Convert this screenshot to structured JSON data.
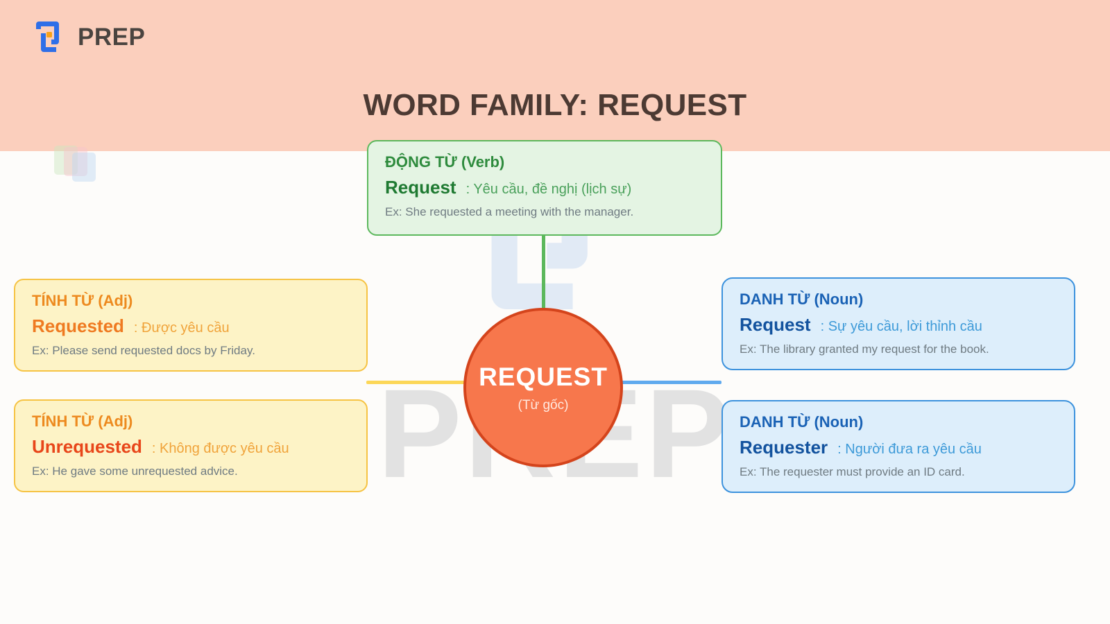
{
  "header": {
    "brand_name": "PREP",
    "logo_icon": "prep-logo-icon",
    "title": "WORD FAMILY: REQUEST",
    "band_color": "#fbcfbd",
    "title_color": "#4c3a33"
  },
  "watermark": {
    "text": "PREP",
    "mark_icon": "prep-logo-watermark-icon",
    "color": "#e2e2e2"
  },
  "center": {
    "word": "REQUEST",
    "subtitle": "(Từ gốc)",
    "fill_color": "#f7774c",
    "border_color": "#d4441c"
  },
  "connectors": [
    {
      "name": "verb-connector",
      "color": "#5cb85c",
      "orientation": "vertical"
    },
    {
      "name": "adjective-connector",
      "color": "#fcd757",
      "orientation": "horizontal"
    },
    {
      "name": "noun-connector",
      "color": "#60aaee",
      "orientation": "horizontal"
    }
  ],
  "cards": {
    "verb": {
      "kind": "ĐỘNG TỪ (Verb)",
      "word": "Request",
      "meaning": ": Yêu cầu, đề nghị (lịch sự)",
      "example": "Ex: She requested a meeting with the manager.",
      "accent_color": "#5cb85c"
    },
    "adjective_1": {
      "kind": "TÍNH TỪ (Adj)",
      "word": "Requested",
      "meaning": ": Được yêu cầu",
      "example": "Ex: Please send requested docs by Friday.",
      "accent_color": "#f6c343"
    },
    "adjective_2": {
      "kind": "TÍNH TỪ (Adj)",
      "word": "Unrequested",
      "meaning": ": Không được yêu cầu",
      "example": "Ex: He gave some unrequested advice.",
      "accent_color": "#f6c343"
    },
    "noun_1": {
      "kind": "DANH TỪ (Noun)",
      "word": "Request",
      "meaning": ": Sự yêu cầu, lời thỉnh cầu",
      "example": "Ex: The library granted my request for the book.",
      "accent_color": "#3c92dd"
    },
    "noun_2": {
      "kind": "DANH TỪ (Noun)",
      "word": "Requester",
      "meaning": ": Người đưa ra yêu cầu",
      "example": "Ex: The requester must provide an ID card.",
      "accent_color": "#3c92dd"
    }
  }
}
